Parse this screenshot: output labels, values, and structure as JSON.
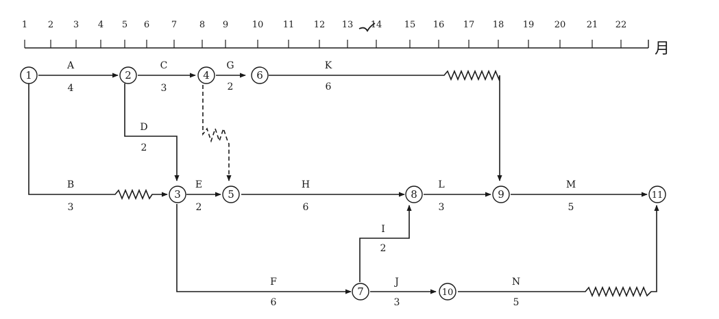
{
  "timescale": {
    "unit": "月",
    "ticks": [
      "1",
      "2",
      "3",
      "4",
      "5",
      "6",
      "7",
      "8",
      "9",
      "10",
      "11",
      "12",
      "13",
      "14",
      "15",
      "16",
      "17",
      "18",
      "19",
      "20",
      "21",
      "22"
    ]
  },
  "nodes": [
    "1",
    "2",
    "3",
    "4",
    "5",
    "6",
    "7",
    "8",
    "9",
    "10",
    "11"
  ],
  "activities": [
    {
      "name": "A",
      "duration": "4"
    },
    {
      "name": "B",
      "duration": "3"
    },
    {
      "name": "C",
      "duration": "3"
    },
    {
      "name": "D",
      "duration": "2"
    },
    {
      "name": "E",
      "duration": "2"
    },
    {
      "name": "F",
      "duration": "6"
    },
    {
      "name": "G",
      "duration": "2"
    },
    {
      "name": "H",
      "duration": "6"
    },
    {
      "name": "I",
      "duration": "2"
    },
    {
      "name": "J",
      "duration": "3"
    },
    {
      "name": "K",
      "duration": "6"
    },
    {
      "name": "L",
      "duration": "3"
    },
    {
      "name": "M",
      "duration": "5"
    },
    {
      "name": "N",
      "duration": "5"
    }
  ]
}
